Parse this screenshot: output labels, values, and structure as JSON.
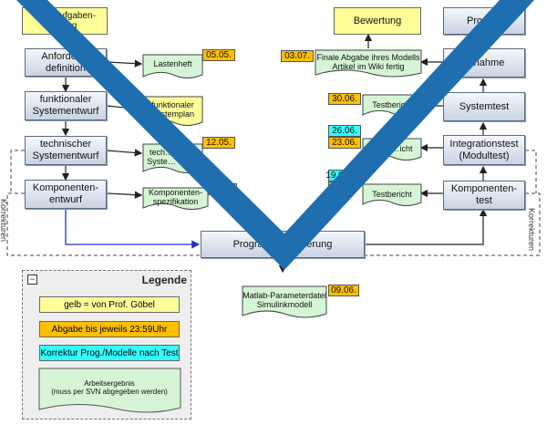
{
  "colors": {
    "box": "#c9d3e3",
    "yellow": "#ffff99",
    "orange": "#ffc000",
    "cyan": "#33ffff",
    "doc": "#d6f5d6",
    "v_overlay": "#1f6fb0"
  },
  "left": {
    "top": "…n-/Aufgaben-\n…ung",
    "anforderung": "Anforder…\ndefinition",
    "funktional": "funktionaler\nSystementwurf",
    "technisch": "technischer\nSystementwurf",
    "komponenten": "Komponenten-\nentwurf"
  },
  "left_docs": {
    "lastenheft": "Lastenheft",
    "lastenheft_date": "05.05.",
    "funktional_doc": "funktionaler\nSystemplan",
    "tech_doc": "tech…\nSyste…",
    "tech_date": "12.05.",
    "komp_doc": "Komponenten-\nspezifikation"
  },
  "center": {
    "program": "Program… …ellierung",
    "matlab": "Matlab-Parameterdatei\nSimulinkmodell",
    "matlab_date": "09.06."
  },
  "right": {
    "bewertung": "Bewertung",
    "produkt": "Produkt",
    "abnahme": "…nahme",
    "systemtest": "Systemtest",
    "integration": "Integrationstest\n(Modultest)",
    "komponententest": "Komponenten-\ntest"
  },
  "right_docs": {
    "final_date": "03.07.",
    "final": "Finale Abgabe ihres Modells\nArtikel im Wiki fertig",
    "test1_date": "30.06.",
    "test1": "Testbericht",
    "test2_date_a": "26.06.",
    "test2_date_b": "23.06.",
    "test2": "…icht",
    "test3_date_a": "19.0…",
    "test3": "Testbericht"
  },
  "side_labels": {
    "left": "Korrekturen",
    "right": "Korrekturen"
  },
  "legend": {
    "title": "Legende",
    "minimize": "−",
    "yellow": "gelb = von Prof. Göbel",
    "orange": "Abgabe bis jeweils 23:59Uhr",
    "cyan": "Korrektur Prog./Modelle nach Test",
    "doc": "Arbeitsergebnis\n(muss per SVN abgegeben werden)"
  }
}
